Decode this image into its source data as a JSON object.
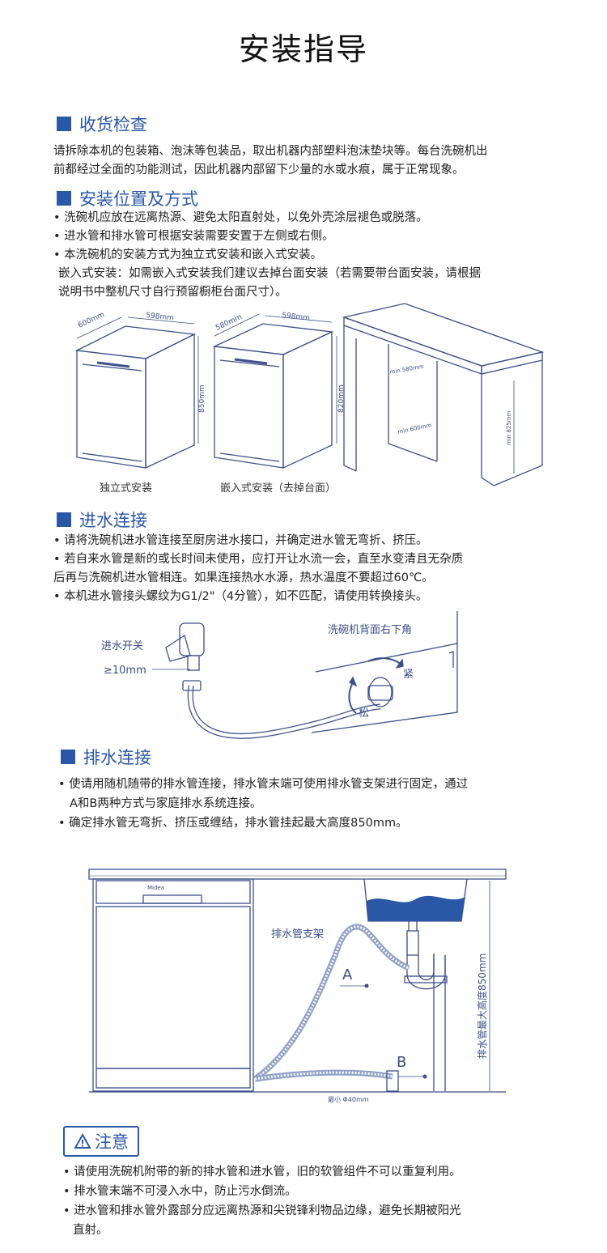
{
  "page_title": "安装指导",
  "s1": {
    "heading": "收货检查",
    "line1": "请拆除本机的包装箱、泡沫等包装品，取出机器内部塑料泡沫垫块等。每台洗碗机出",
    "line2": "前都经过全面的功能测试，因此机器内部留下少量的水或水痕，属于正常现象。"
  },
  "s2": {
    "heading": "安装位置及方式",
    "b1": "• 洗碗机应放在远离热源、避免太阳直射处，以免外壳涂层褪色或脱落。",
    "b2": "• 进水管和排水管可根据安装需要安置于左侧或右侧。",
    "b3": "• 本洗碗机的安装方式为独立式安装和嵌入式安装。",
    "p1": "嵌入式安装：如需嵌入式安装我们建议去掉台面安装（若需要带台面安装，请根据",
    "p2": "说明书中整机尺寸自行预留橱柜台面尺寸）。",
    "fig": {
      "a_width": "598mm",
      "a_depth": "600mm",
      "a_height": "850mm",
      "b_width": "598mm",
      "b_depth": "580mm",
      "b_height": "820mm",
      "c_depth": "min 580mm",
      "c_width": "min 600mm",
      "c_height": "min 825mm",
      "cap_free": "独立式安装",
      "cap_builtin": "嵌入式安装（去掉台面）"
    }
  },
  "s3": {
    "heading": "进水连接",
    "b1": "• 请将洗碗机进水管连接至厨房进水接口，并确定进水管无弯折、挤压。",
    "b2": "• 若自来水管是新的或长时间未使用，应打开让水流一会，直至水变清且无杂质",
    "b2b": "后再与洗碗机进水管相连。如果连接热水水源，热水温度不要超过60℃。",
    "b3": "• 本机进水管接头螺纹为G1/2\"（4分管），如不匹配，请使用转换接头。",
    "fig": {
      "tap": "进水开关",
      "gap": "≥10mm",
      "back": "洗碗机背面右下角",
      "tight": "紧",
      "loose": "松"
    }
  },
  "s4": {
    "heading": "排水连接",
    "b1": "• 使请用随机随带的排水管连接，排水管末端可使用排水管支架进行固定，通过",
    "b1b": "A和B两种方式与家庭排水系统连接。",
    "b2": "• 确定排水管无弯折、挤压或缠结，排水管挂起最大高度850mm。",
    "fig": {
      "bracket": "排水管支架",
      "a": "A",
      "b": "B",
      "min_dia": "最小 Φ40mm",
      "max_h": "排水管最大高度850mm",
      "brand": "Midea"
    }
  },
  "notice": {
    "label": "注意",
    "b1": "• 请使用洗碗机附带的新的排水管和进水管，旧的软管组件不可以重复利用。",
    "b2": "• 排水管末端不可浸入水中，防止污水倒流。",
    "b3": "• 进水管和排水管外露部分应远离热源和尖锐锋利物品边缘，避免长期被阳光",
    "b3b": "直射。"
  },
  "colors": {
    "accent": "#2a57a6",
    "figure_line": "#3c4e8a",
    "water": "#2a57a6"
  },
  "icons": {
    "notice": "warning-triangle-icon"
  }
}
